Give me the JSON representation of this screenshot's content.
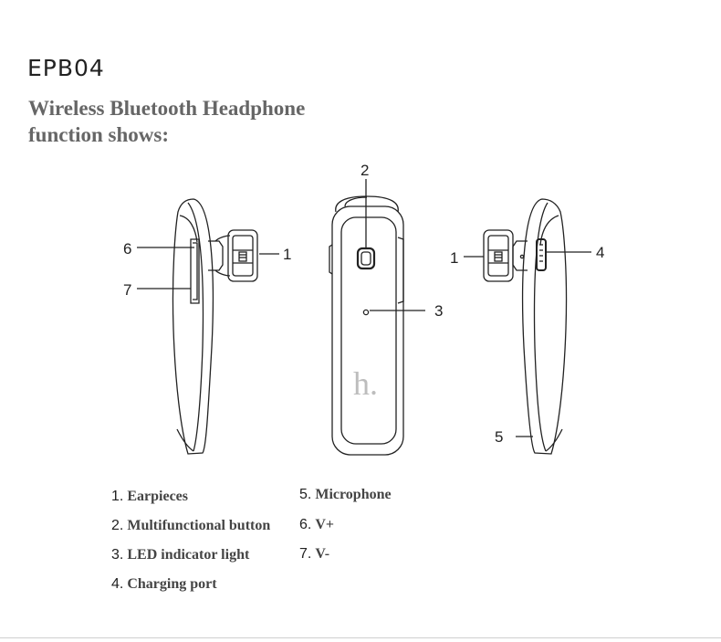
{
  "model": "EPB04",
  "heading": {
    "line1": "Wireless Bluetooth Headphone",
    "line2": "function shows:"
  },
  "callouts": {
    "c1": "1",
    "c1b": "1",
    "c2": "2",
    "c3": "3",
    "c4": "4",
    "c5": "5",
    "c6": "6",
    "c7": "7"
  },
  "logo_text": "h.",
  "legend": [
    {
      "num": "1.",
      "label": "Earpieces"
    },
    {
      "num": "2.",
      "label": "Multifunctional button"
    },
    {
      "num": "3.",
      "label": "LED indicator light"
    },
    {
      "num": "4.",
      "label": "Charging port"
    },
    {
      "num": "5.",
      "label": "Microphone"
    },
    {
      "num": "6.",
      "label": "V+"
    },
    {
      "num": "7.",
      "label": "V-"
    }
  ]
}
